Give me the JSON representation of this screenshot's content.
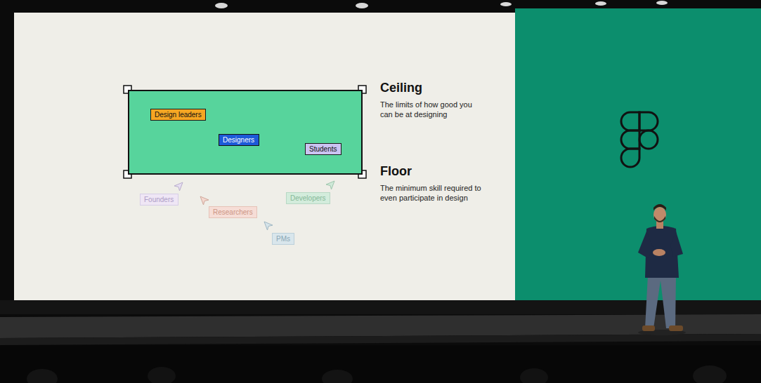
{
  "diagram": {
    "nodes": [
      {
        "text": [
          "Ceiling",
          "The limits of how good you can be at designing",
          "Floor",
          "The minimum skill required to even participate in design"
        ]
      },
      {
        "text": [
          "Design leaders"
        ],
        "in": 0
      },
      {
        "text": [
          "Designers"
        ],
        "in": 0
      },
      {
        "text": [
          "Students"
        ],
        "in": 0
      },
      {
        "text": [
          "Founders"
        ]
      },
      {
        "text": [
          "Developers"
        ]
      },
      {
        "text": [
          "Researchers"
        ]
      },
      {
        "text": [
          "PMs"
        ]
      }
    ]
  }
}
